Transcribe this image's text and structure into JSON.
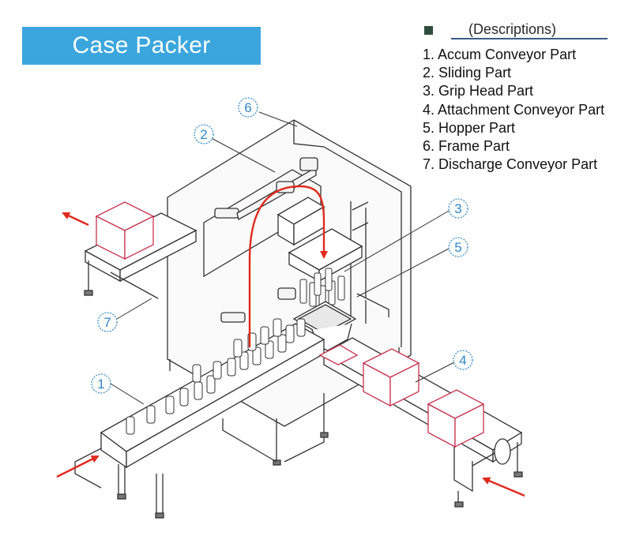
{
  "title": "Case Packer",
  "descriptions": {
    "heading": "(Descriptions)",
    "items": [
      "1. Accum Conveyor Part",
      "2. Sliding Part",
      "3. Grip Head Part",
      "4. Attachment Conveyor Part",
      "5. Hopper Part",
      "6. Frame Part",
      "7. Discharge Conveyor Part"
    ]
  },
  "callouts": [
    "1",
    "2",
    "3",
    "4",
    "5",
    "6",
    "7"
  ],
  "colors": {
    "banner": "#3aa6dd",
    "callout": "#2e86c9",
    "flow_arrow": "#e02a1f",
    "case": "#c8324f",
    "line": "#333333"
  }
}
